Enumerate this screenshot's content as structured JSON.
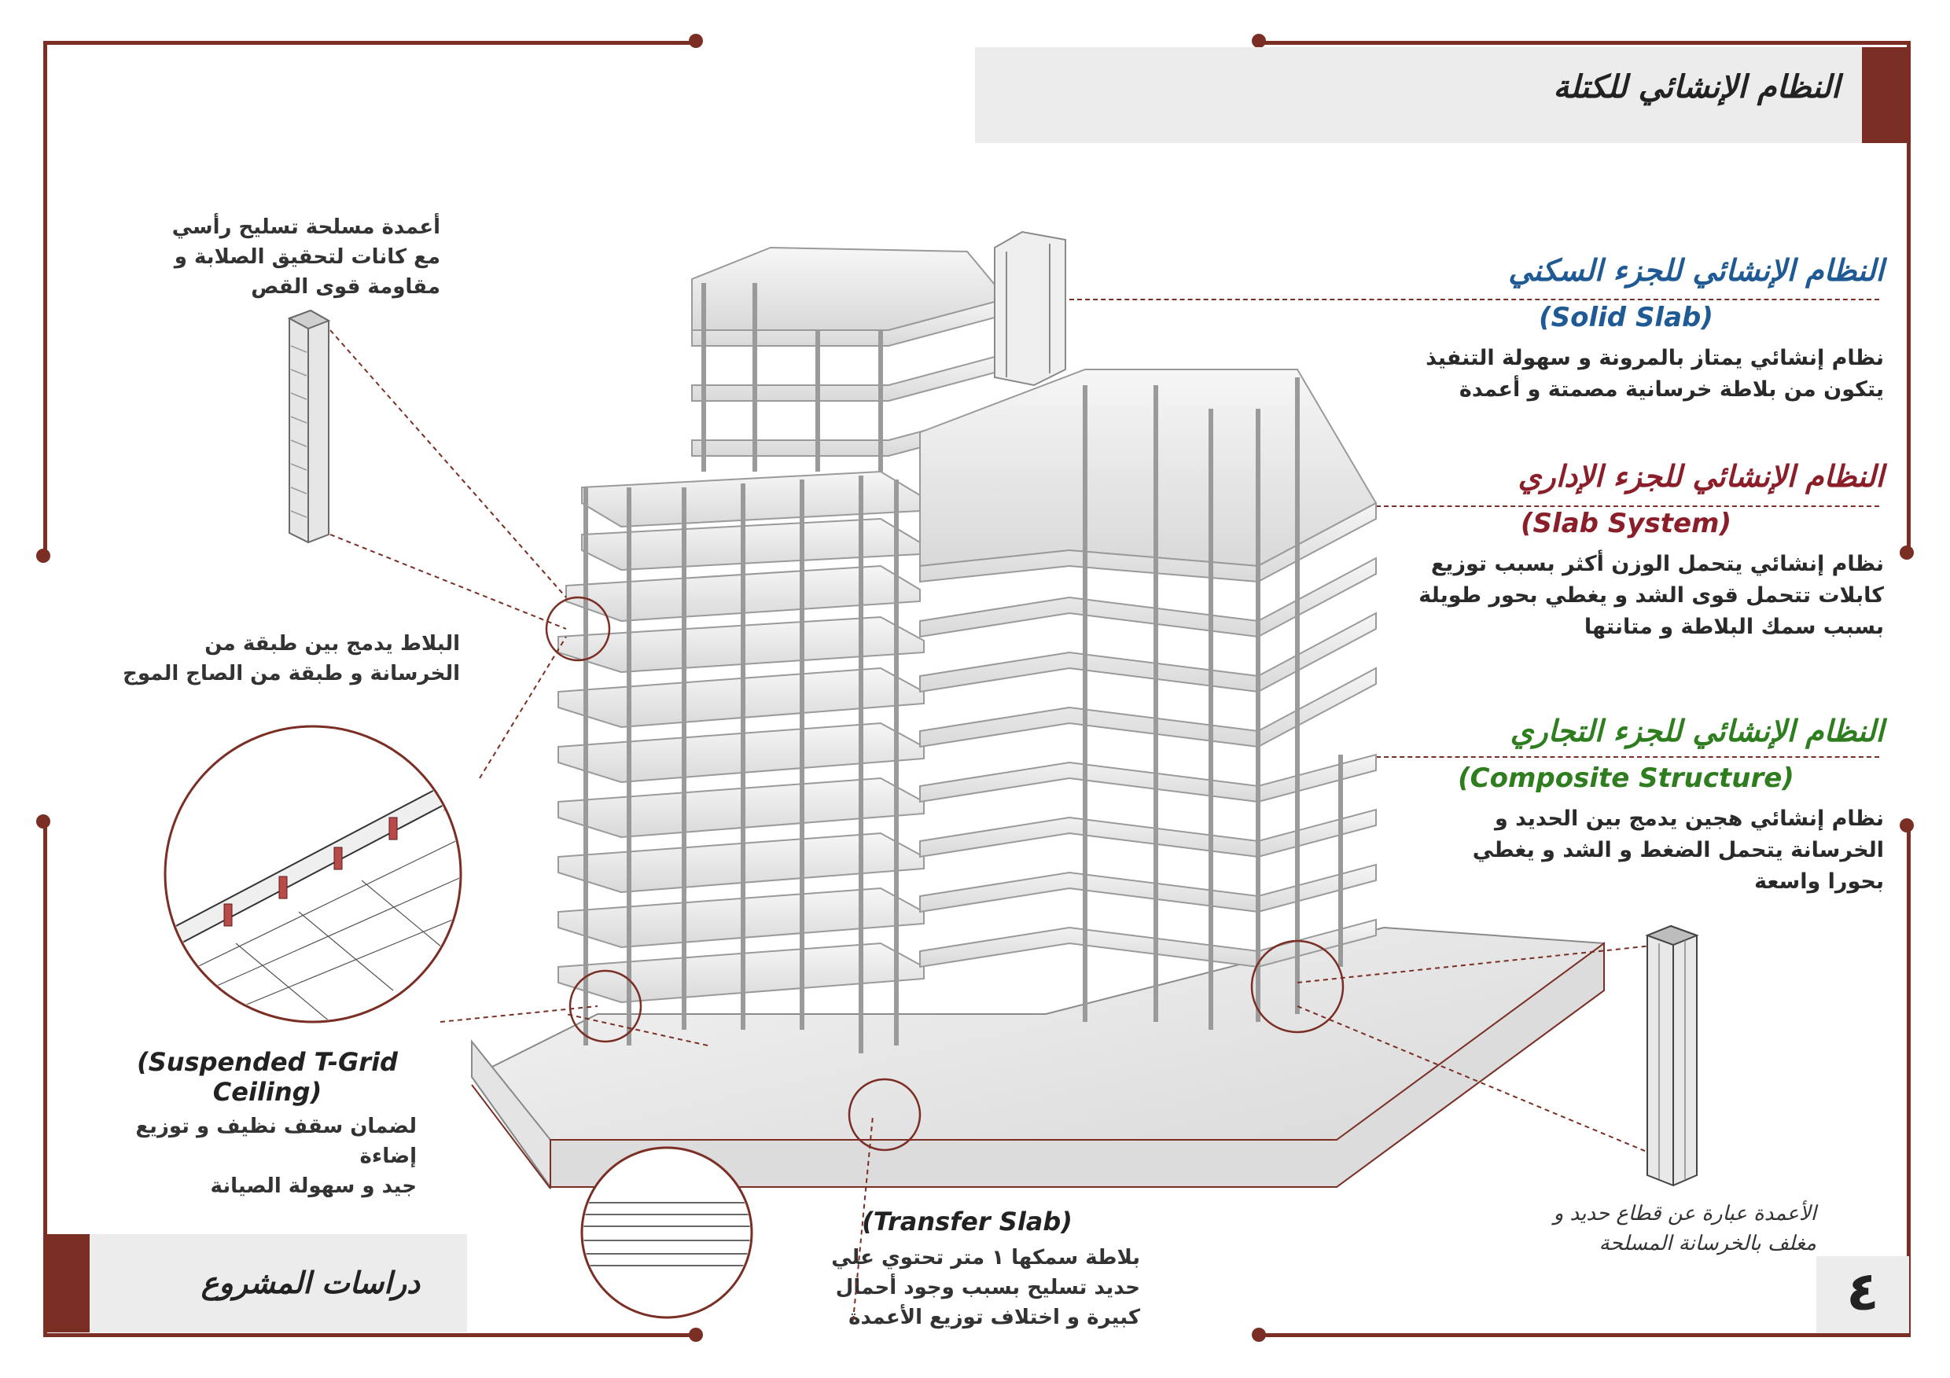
{
  "header": {
    "title": "النظام الإنشائي للكتلة"
  },
  "footer": {
    "section_label": "دراسات المشروع",
    "page_number": "٤"
  },
  "colors": {
    "frame": "#7a2e24",
    "residential": "#1f5a94",
    "administrative": "#8a1f2a",
    "commercial": "#2e7d1e",
    "band": "#ececec"
  },
  "sections": [
    {
      "heading": "النظام الإنشائي للجزء السكني",
      "subheading": "(Solid Slab)",
      "lines": [
        "نظام إنشائي يمتاز بالمرونة و سهولة التنفيذ",
        "يتكون من بلاطة خرسانية مصمتة و أعمدة"
      ]
    },
    {
      "heading": "النظام الإنشائي للجزء الإداري",
      "subheading": "(Slab System)",
      "lines": [
        "نظام إنشائي يتحمل الوزن أكثر بسبب توزيع",
        "كابلات تتحمل قوى الشد و يغطي بحور طويلة",
        "بسبب سمك البلاطة و متانتها"
      ]
    },
    {
      "heading": "النظام الإنشائي للجزء التجاري",
      "subheading": "(Composite Structure)",
      "lines": [
        "نظام إنشائي هجين يدمج بين الحديد و",
        "الخرسانة يتحمل الضغط و الشد و يغطي",
        "بحورا واسعة"
      ]
    }
  ],
  "annotations": {
    "column_note": [
      "أعمدة مسلحة تسليح رأسي",
      "مع كانات لتحقيق الصلابة و",
      "مقاومة قوى القص"
    ],
    "slab_note": [
      "البلاط يدمج بين طبقة من",
      "الخرسانة و طبقة من الصاج الموج"
    ],
    "ceiling": {
      "title": "(Suspended T-Grid Ceiling)",
      "lines": [
        "لضمان سقف نظيف و توزيع إضاءة",
        "جيد و سهولة الصيانة"
      ]
    },
    "transfer": {
      "title": "(Transfer Slab)",
      "lines": [
        "بلاطة سمكها ١ متر تحتوي علي",
        "حديد تسليح بسبب وجود أحمال",
        "كبيرة و اختلاف توزيع الأعمدة"
      ]
    },
    "steel_column_note": [
      "الأعمدة عبارة عن قطاع حديد و",
      "مغلف بالخرسانة المسلحة"
    ]
  },
  "icons": {
    "column_detail": "concrete-column-icon",
    "steel_column": "steel-column-icon",
    "building": "building-axonometric-icon"
  }
}
